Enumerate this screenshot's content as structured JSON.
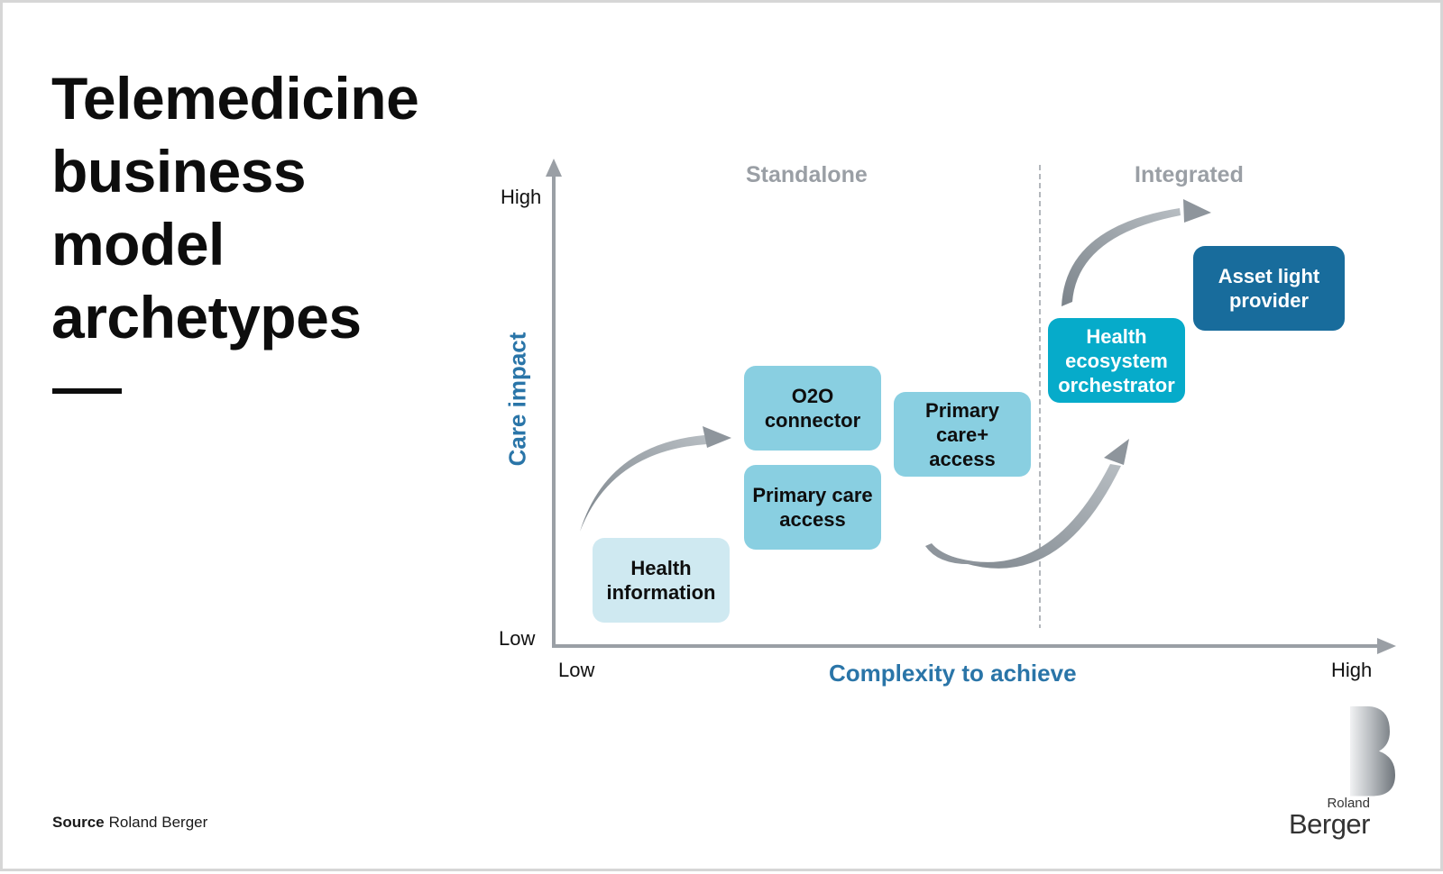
{
  "title": "Telemedicine business model archetypes",
  "source": {
    "label": "Source",
    "text": "Roland Berger"
  },
  "axes": {
    "y_title": "Care impact",
    "y_high": "High",
    "y_low": "Low",
    "x_title": "Complexity to achieve",
    "x_low": "Low",
    "x_high": "High"
  },
  "zones": {
    "standalone": "Standalone",
    "integrated": "Integrated"
  },
  "boxes": {
    "health_information": "Health information",
    "o2o_connector": "O2O connector",
    "primary_care_access": "Primary care access",
    "primary_care_plus_access": "Primary care+ access",
    "health_ecosystem_orchestrator": "Health ecosystem orchestrator",
    "asset_light_provider": "Asset light provider"
  },
  "logo": {
    "line1": "Roland",
    "line2": "Berger"
  },
  "colors": {
    "axis": "#9a9fa5",
    "axis_title": "#2a75a8",
    "box_light": "#cfe9f1",
    "box_mid": "#89cfe1",
    "box_teal": "#06abca",
    "box_navy": "#186c9c",
    "arrow": "#8e959c"
  }
}
